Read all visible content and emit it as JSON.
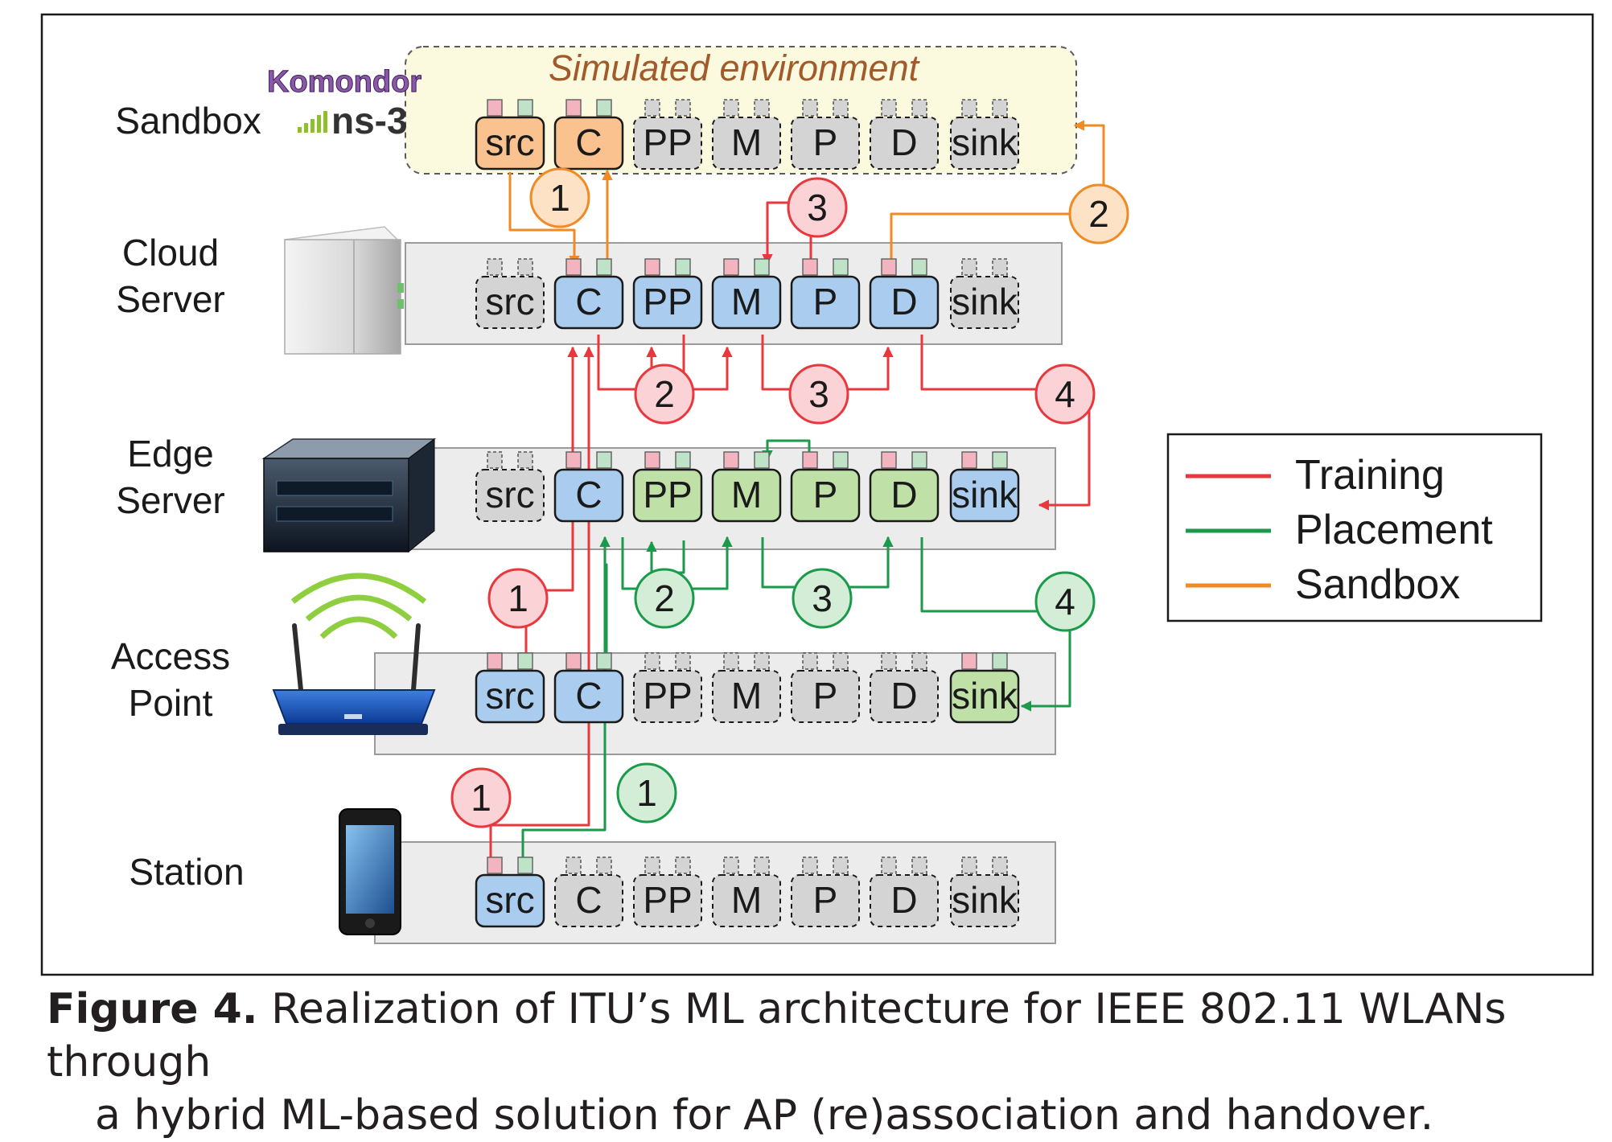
{
  "env_title": "Simulated environment",
  "logo_komondor": "Komondor",
  "logo_ns3": "ns-3",
  "tiers": [
    {
      "id": "sandbox",
      "label_lines": [
        "Sandbox"
      ]
    },
    {
      "id": "cloud",
      "label_lines": [
        "Cloud",
        "Server"
      ]
    },
    {
      "id": "edge",
      "label_lines": [
        "Edge",
        "Server"
      ]
    },
    {
      "id": "ap",
      "label_lines": [
        "Access",
        "Point"
      ]
    },
    {
      "id": "station",
      "label_lines": [
        "Station"
      ]
    }
  ],
  "block_names": [
    "src",
    "C",
    "PP",
    "M",
    "P",
    "D",
    "sink"
  ],
  "block_states": {
    "sandbox": [
      "sandbox",
      "sandbox",
      "inactive",
      "inactive",
      "inactive",
      "inactive",
      "inactive"
    ],
    "cloud": [
      "inactive",
      "training",
      "training",
      "training",
      "training",
      "training",
      "inactive"
    ],
    "edge": [
      "inactive",
      "training",
      "placement",
      "placement",
      "placement",
      "placement",
      "training"
    ],
    "ap": [
      "training",
      "training",
      "inactive",
      "inactive",
      "inactive",
      "inactive",
      "placement"
    ],
    "station": [
      "training",
      "inactive",
      "inactive",
      "inactive",
      "inactive",
      "inactive",
      "inactive"
    ]
  },
  "step_markers": {
    "training": [
      "1",
      "1",
      "2",
      "3",
      "3",
      "4"
    ],
    "placement": [
      "1",
      "2",
      "3",
      "4"
    ],
    "sandbox": [
      "1",
      "2"
    ]
  },
  "legend": [
    {
      "label": "Training",
      "color": "#e8383d"
    },
    {
      "label": "Placement",
      "color": "#1a9a4a"
    },
    {
      "label": "Sandbox",
      "color": "#f08a24"
    }
  ],
  "colors": {
    "training": "#e8383d",
    "placement": "#1a9a4a",
    "sandbox": "#f08a24",
    "box_training": "#a9ccef",
    "box_placement": "#bfe1a7",
    "box_sandbox": "#f9c28f",
    "box_inactive": "#d4d4d4"
  },
  "caption": {
    "label": "Figure 4.",
    "line1": "Realization of ITU’s ML architecture for IEEE 802.11 WLANs through",
    "line2": "a hybrid ML-based solution for AP (re)association and handover."
  }
}
